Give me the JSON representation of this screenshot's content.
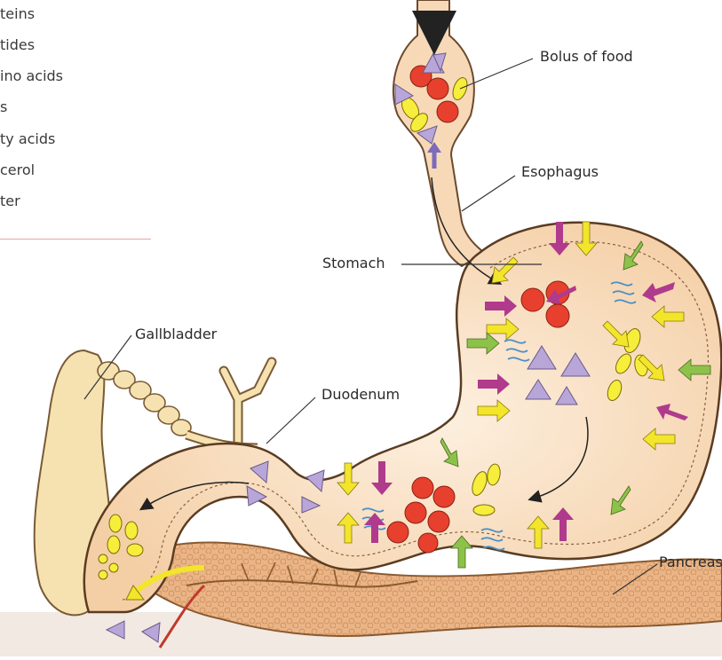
{
  "legend": {
    "items": [
      "teins",
      "tides",
      "ino acids",
      "s",
      "ty acids",
      "cerol",
      "ter"
    ]
  },
  "labels": {
    "bolus": "Bolus of food",
    "esophagus": "Esophagus",
    "stomach": "Stomach",
    "gallbladder": "Gallbladder",
    "duodenum": "Duodenum",
    "pancreas": "Pancreas"
  },
  "colors": {
    "organ_fill": "#f7d9b8",
    "organ_inner": "#fbe6cf",
    "outline": "#6b4a2e",
    "pancreas": "#e8b07a",
    "gallbladder": "#f5e4b0",
    "red_particle": "#e8402e",
    "yellow_particle": "#f6ee3a",
    "purple_triangle": "#b9a6d9",
    "magenta_arrow": "#b03a8c",
    "yellow_arrow": "#f3e52a",
    "green_arrow": "#8cc24a",
    "blue_wave": "#4a8fc8",
    "legend_rule": "#e8a3a3"
  }
}
